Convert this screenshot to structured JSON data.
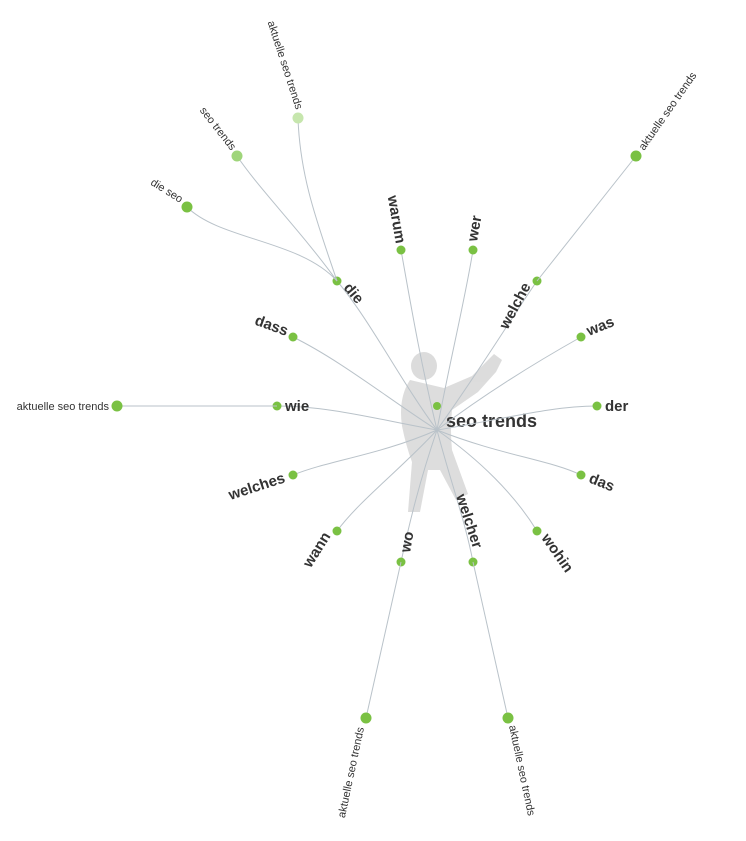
{
  "diagram": {
    "type": "radial-keyword-tree",
    "colors": {
      "node": "#7ac143",
      "node_light": "#9fd57a",
      "node_lighter": "#c6e6ad",
      "link": "#b9c2c9",
      "text": "#333333",
      "watermark": "#d9d9d9"
    },
    "watermark_icon": "person-silhouette-icon",
    "root": {
      "label": "seo trends"
    },
    "questions": [
      {
        "id": "die",
        "label": "die",
        "children": [
          "die seo",
          "seo trends",
          "aktuelle seo trends"
        ]
      },
      {
        "id": "warum",
        "label": "warum",
        "children": []
      },
      {
        "id": "wer",
        "label": "wer",
        "children": []
      },
      {
        "id": "welche",
        "label": "welche",
        "children": [
          "aktuelle seo trends"
        ]
      },
      {
        "id": "was",
        "label": "was",
        "children": []
      },
      {
        "id": "der",
        "label": "der",
        "children": []
      },
      {
        "id": "das",
        "label": "das",
        "children": []
      },
      {
        "id": "wohin",
        "label": "wohin",
        "children": []
      },
      {
        "id": "welcher",
        "label": "welcher",
        "children": [
          "aktuelle seo trends"
        ]
      },
      {
        "id": "wo",
        "label": "wo",
        "children": [
          "aktuelle seo trends"
        ]
      },
      {
        "id": "wann",
        "label": "wann",
        "children": []
      },
      {
        "id": "welches",
        "label": "welches",
        "children": []
      },
      {
        "id": "wie",
        "label": "wie",
        "children": [
          "aktuelle seo trends"
        ]
      },
      {
        "id": "dass",
        "label": "dass",
        "children": []
      }
    ]
  }
}
